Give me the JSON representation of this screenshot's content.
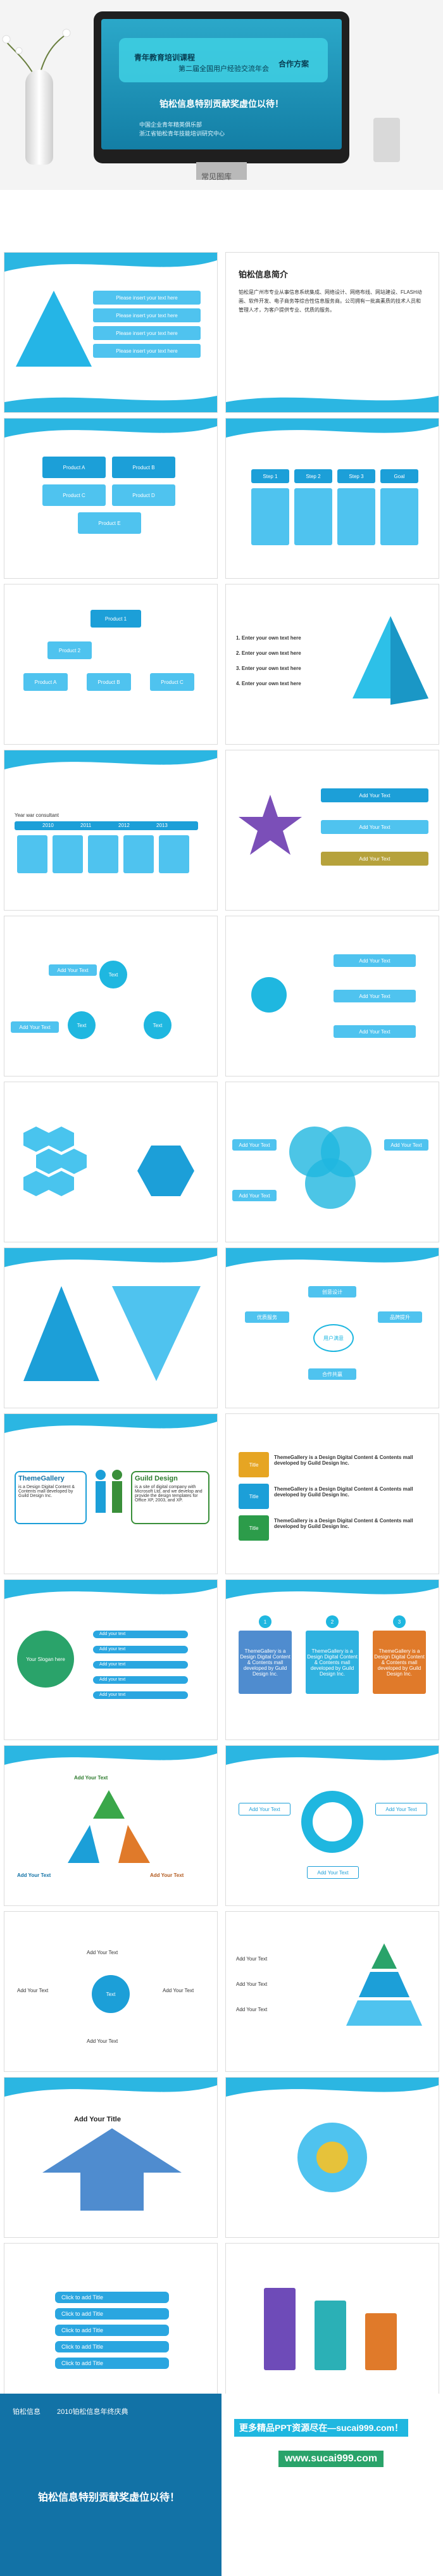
{
  "hero": {
    "screen_line1": "青年教育培训课程",
    "screen_line2": "第二届全国用户经验交流年会",
    "screen_line3": "合作方案",
    "screen_title": "铂松信息特别贡献奖虚位以待！",
    "screen_sub1": "中国企业青年精英俱乐部",
    "screen_sub2": "浙江省铂松青年技能培训研究中心",
    "caption": "常见图库"
  },
  "s_intro": {
    "title": "铂松信息简介",
    "para": "铂松是广州市专业从事信息系统集成、网络设计、网络布线、网站建设、FLASH动画、软件开发、电子商务等综合性信息服务商。公司拥有一批高素质的技术人员和管理人才，为客户提供专业、优质的服务。"
  },
  "pyramid_boxes": [
    "Please insert your text here",
    "Please insert your text here",
    "Please insert your text here",
    "Please insert your text here"
  ],
  "products_grid": [
    "Product A",
    "Product B",
    "Product C",
    "Product D",
    "Product E"
  ],
  "steps": [
    "Step 1",
    "Step 2",
    "Step 3",
    "Goal"
  ],
  "org": {
    "top": "Product 1",
    "mid": "Product 2",
    "leaves": [
      "Product A",
      "Product B",
      "Product C"
    ]
  },
  "enter_list": [
    "1. Enter your own text here",
    "2. Enter your own text here",
    "3. Enter your own text here",
    "4. Enter your own text here"
  ],
  "timeline": {
    "title": "Year war consultant",
    "years": [
      "2010",
      "2011",
      "2012",
      "2013"
    ]
  },
  "arrows_right": [
    "Add Your Text",
    "Add Your Text",
    "Add Your Text"
  ],
  "text_label": "Text",
  "add_text": "Add Your Text",
  "cycle_labels": [
    "Add Your Text",
    "Add Your Text",
    "Add Your Text"
  ],
  "org2": [
    "用户满意",
    "创意设计",
    "优质服务",
    "品牌提升",
    "合作共赢"
  ],
  "themegallery": {
    "left_title": "ThemeGallery",
    "left_body": "is a Design Digital Content & Contents mall developed by Guild Design Inc.",
    "right_title": "Guild Design",
    "right_body": "is a site of digital company with Microsoft Ltd, and we develop and provide the design templates for Office XP, 2003, and XP."
  },
  "title_rows": [
    "Title",
    "Title",
    "Title"
  ],
  "tg_text": "ThemeGallery is a Design Digital Content & Contents mall developed by Guild Design Inc.",
  "your_slogan": "Your Slogan here",
  "your_text": "Add your text",
  "numbered": [
    "1",
    "2",
    "3"
  ],
  "add_title": "Add Your Title",
  "click_titles": [
    "Click to add Title",
    "Click to add Title",
    "Click to add Title",
    "Click to add Title",
    "Click to add Title"
  ],
  "footer": {
    "small": "铂松信息",
    "mid": "2010铂松信息年终庆典",
    "big": "铂松信息特别贡献奖虚位以待！",
    "promo1": "更多精品PPT资源尽在—sucai999.com！",
    "promo2": "www.sucai999.com"
  },
  "colors": {
    "accent": "#1fb7e0",
    "dark": "#1272a6",
    "light": "#4fc3ef"
  }
}
